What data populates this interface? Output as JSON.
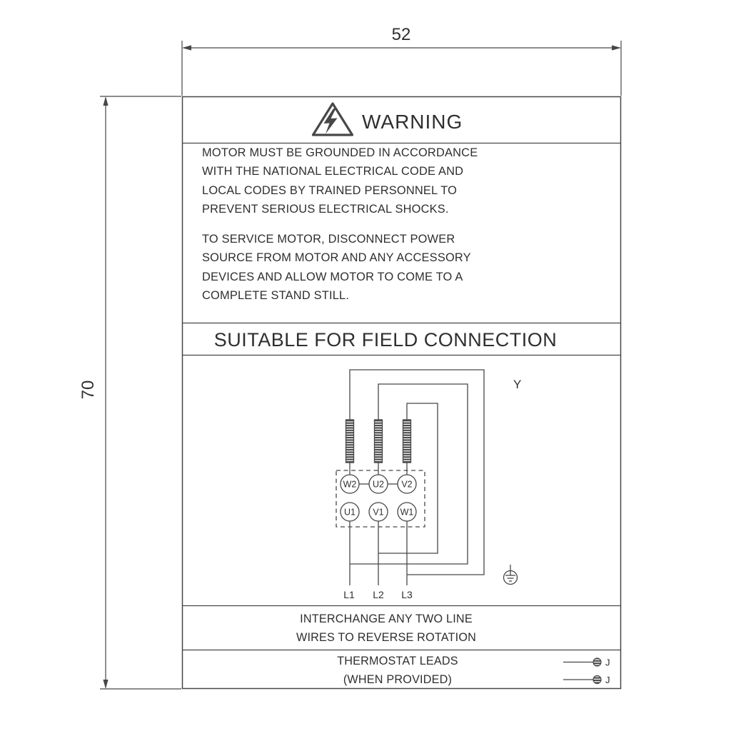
{
  "colors": {
    "line": "#474747",
    "text": "#2f2f2f",
    "background": "#ffffff"
  },
  "dimensions": {
    "width": "52",
    "height": "70"
  },
  "label": {
    "header": {
      "title": "WARNING"
    },
    "body": {
      "paragraph1": [
        "MOTOR MUST BE GROUNDED IN ACCORDANCE",
        "WITH THE NATIONAL ELECTRICAL CODE AND",
        "LOCAL CODES BY TRAINED PERSONNEL TO",
        "PREVENT SERIOUS ELECTRICAL SHOCKS."
      ],
      "paragraph2": [
        "TO SERVICE MOTOR, DISCONNECT POWER",
        "SOURCE FROM MOTOR AND ANY ACCESSORY",
        "DEVICES AND ALLOW MOTOR TO COME TO A",
        "COMPLETE STAND STILL."
      ]
    },
    "banner": {
      "title": "SUITABLE FOR FIELD CONNECTION"
    },
    "wiring": {
      "connection_symbol": "Y",
      "terminals_top": [
        "W2",
        "U2",
        "V2"
      ],
      "terminals_bottom": [
        "U1",
        "V1",
        "W1"
      ],
      "line_labels": [
        "L1",
        "L2",
        "L3"
      ]
    },
    "rotation_note": [
      "INTERCHANGE ANY TWO LINE",
      "WIRES TO REVERSE ROTATION"
    ],
    "thermostat": {
      "line1": "THERMOSTAT LEADS",
      "line2": "(WHEN PROVIDED)",
      "lead_labels": [
        "J",
        "J"
      ]
    }
  }
}
